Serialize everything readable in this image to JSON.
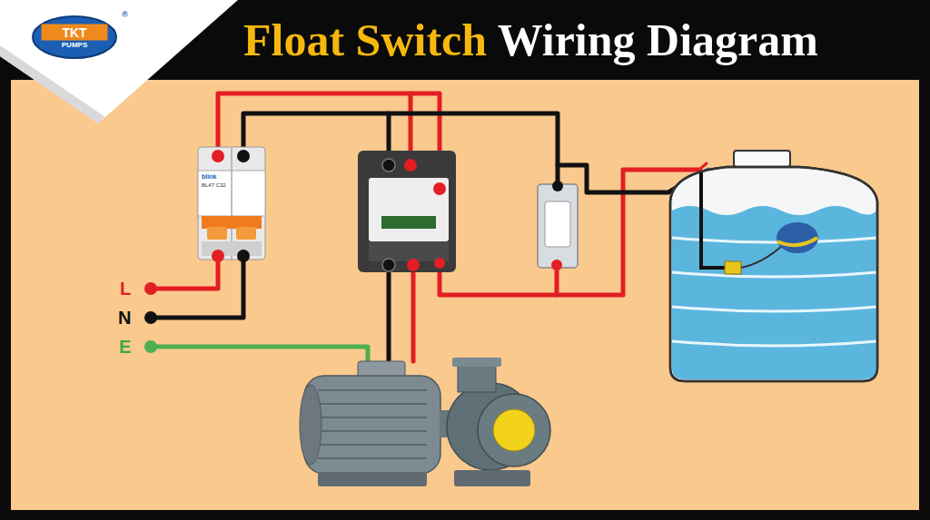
{
  "diagram": {
    "title": "Float Switch Wiring Diagram",
    "nodes": [
      {
        "text": [
          "TKT",
          "PUMPS"
        ]
      }
    ],
    "labels": [
      "®",
      "L",
      "N",
      "E",
      "blink",
      "BL47 C32"
    ]
  }
}
